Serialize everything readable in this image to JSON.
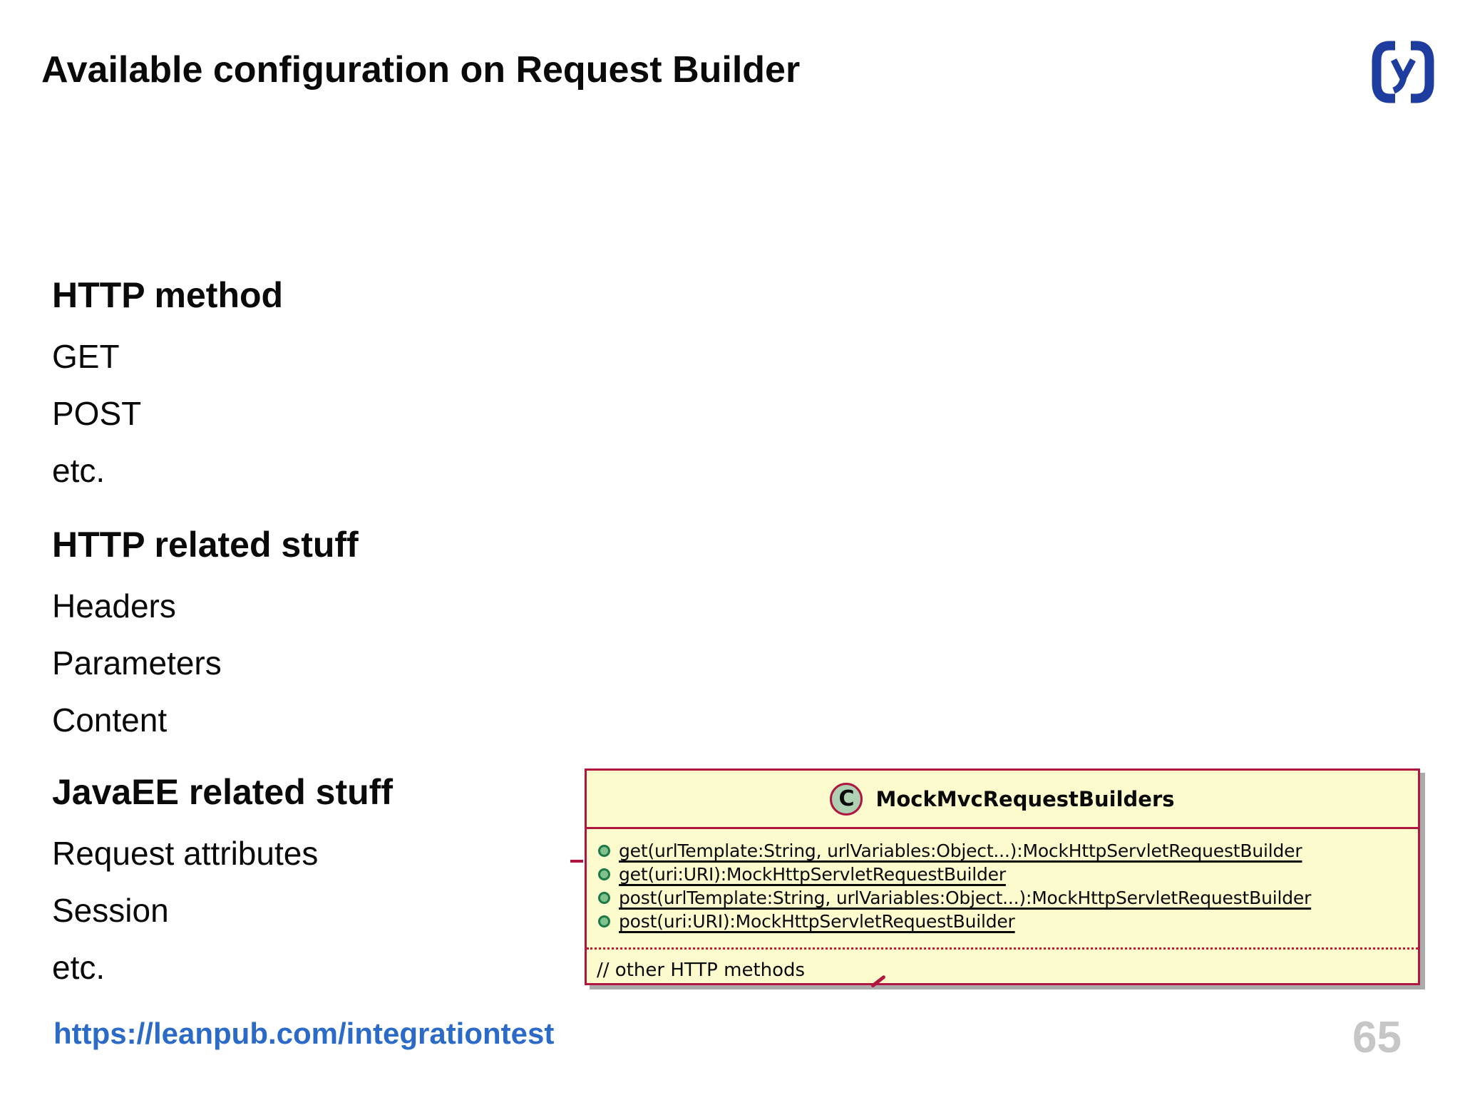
{
  "colors": {
    "accent": "#B01740",
    "uml_bg": "#FBFBCE",
    "circle_fill": "#ADD1B2",
    "bullet_fill": "#82C08C",
    "bullet_border": "#1B7A46",
    "link_blue": "#2B6BC7",
    "logo_blue": "#1F3D9E",
    "page_gray": "#C6C6C6",
    "text_black": "#111111"
  },
  "header": {
    "title": "Available configuration on Request Builder",
    "logo_icon": "brand-logo-icon"
  },
  "sections": [
    {
      "heading": "HTTP method",
      "items": [
        "GET",
        "POST",
        "etc."
      ]
    },
    {
      "heading": "HTTP related stuff",
      "items": [
        "Headers",
        "Parameters",
        "Content"
      ]
    },
    {
      "heading": "JavaEE related stuff",
      "items": [
        "Request attributes",
        "Session",
        "etc."
      ]
    }
  ],
  "uml": {
    "stereotype": "C",
    "class_name": "MockMvcRequestBuilders",
    "methods": [
      "get(urlTemplate:String, urlVariables:Object...):MockHttpServletRequestBuilder",
      "get(uri:URI):MockHttpServletRequestBuilder",
      "post(urlTemplate:String, urlVariables:Object...):MockHttpServletRequestBuilder",
      "post(uri:URI):MockHttpServletRequestBuilder"
    ],
    "comment": "// other HTTP methods"
  },
  "footer": {
    "link": "https://leanpub.com/integrationtest",
    "page_number": "65"
  }
}
